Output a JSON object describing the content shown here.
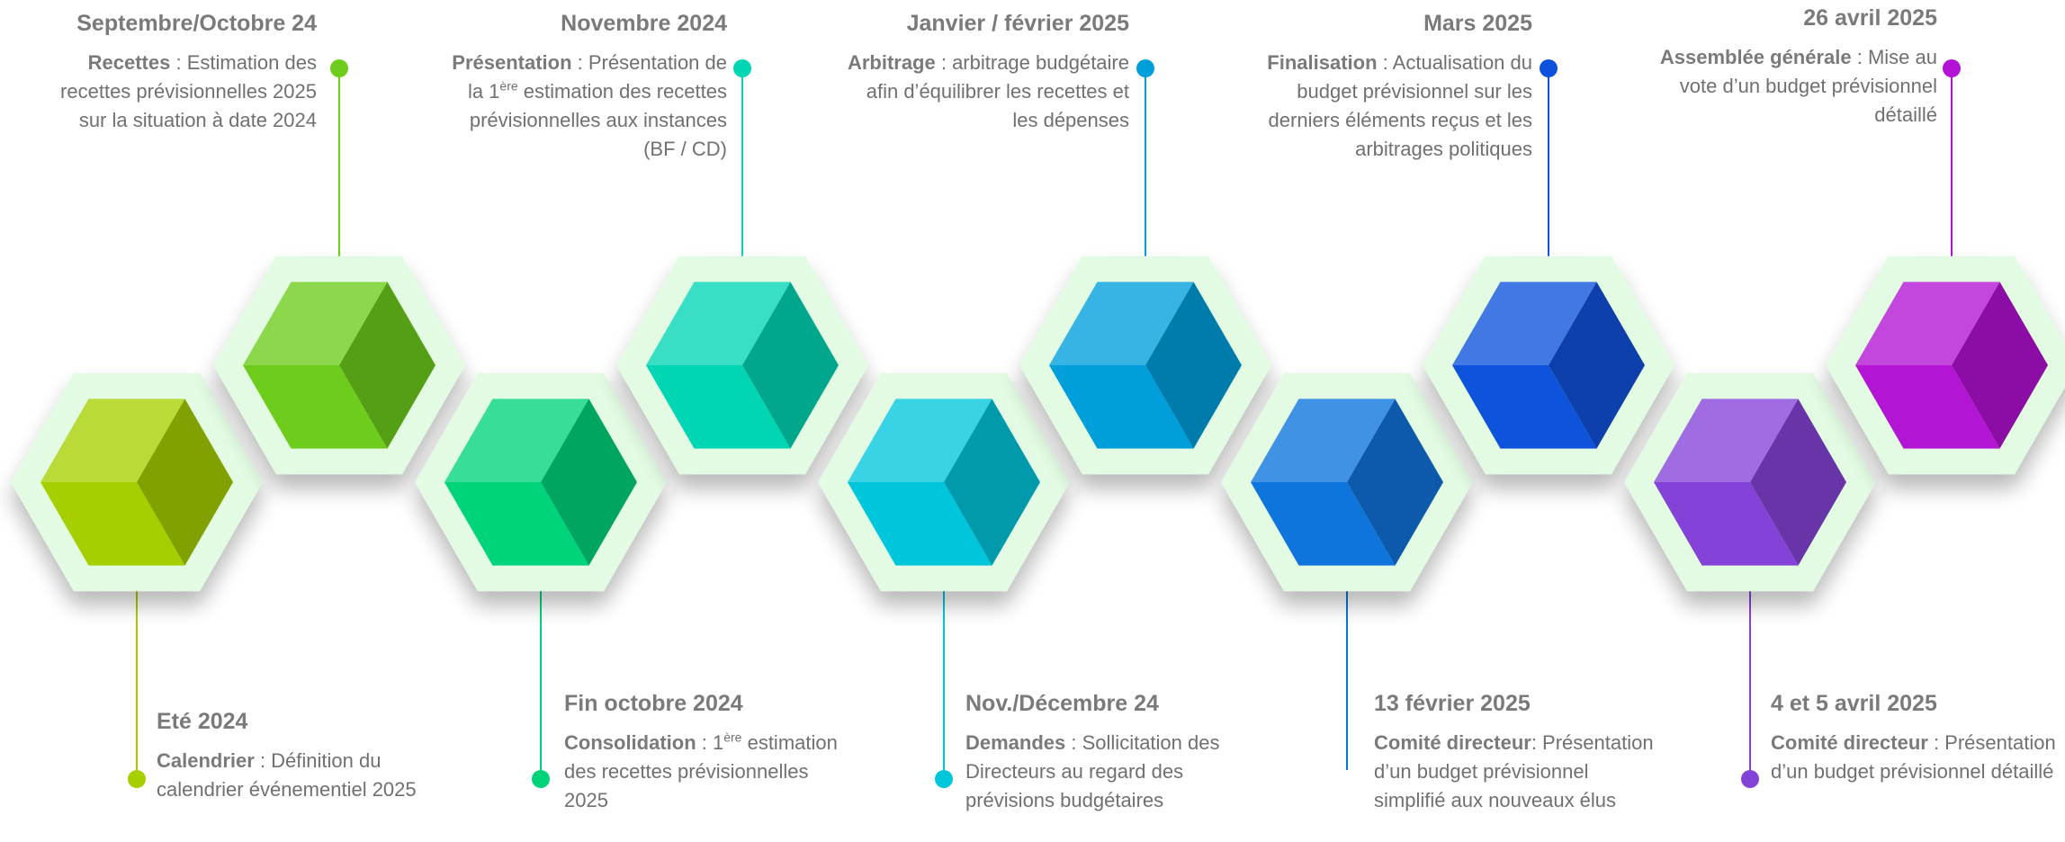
{
  "steps": [
    {
      "date": "Eté 2024",
      "title": "Calendrier",
      "text": " : Définition du calendrier événementiel 2025",
      "color": "#a6cf00"
    },
    {
      "date": "Septembre/Octobre 24",
      "title": "Recettes",
      "text": " : Estimation des recettes prévisionnelles 2025 sur la situation à date 2024",
      "color": "#6dcc1c"
    },
    {
      "date": "Fin octobre 2024",
      "title": "Consolidation",
      "text": " : 1",
      "sup": "ère",
      "text2": " estimation des recettes prévisionnelles 2025",
      "color": "#00d47a"
    },
    {
      "date": "Novembre 2024",
      "title": "Présentation",
      "text": " : Présentation de la 1",
      "sup": "ère",
      "text2": " estimation des recettes prévisionnelles aux instances (BF / CD)",
      "color": "#00d6b4"
    },
    {
      "date": "Nov./Décembre 24",
      "title": "Demandes",
      "text": " : Sollicitation des Directeurs au regard des prévisions budgétaires",
      "color": "#00c6dc"
    },
    {
      "date": "Janvier / février 2025",
      "title": "Arbitrage",
      "text": " : arbitrage budgétaire afin d’équilibrer les recettes et les dépenses",
      "color": "#009fdc"
    },
    {
      "date": "13 février 2025",
      "title": "Comité directeur",
      "text": ": Présentation d’un budget prévisionnel simplifié aux nouveaux élus",
      "color": "#0a74dc"
    },
    {
      "date": "Mars 2025",
      "title": "Finalisation",
      "text": " : Actualisation du budget prévisionnel sur les derniers éléments reçus et les arbitrages politiques",
      "color": "#0d52dc"
    },
    {
      "date": "4 et 5 avril 2025",
      "title": "Comité directeur",
      "text": " : Présentation d’un budget prévisionnel détaillé",
      "color": "#8443d8"
    },
    {
      "date": "26 avril 2025",
      "title": "Assemblée générale",
      "text": " : Mise au vote d’un budget prévisionnel détaillé",
      "color": "#b213d4"
    }
  ]
}
